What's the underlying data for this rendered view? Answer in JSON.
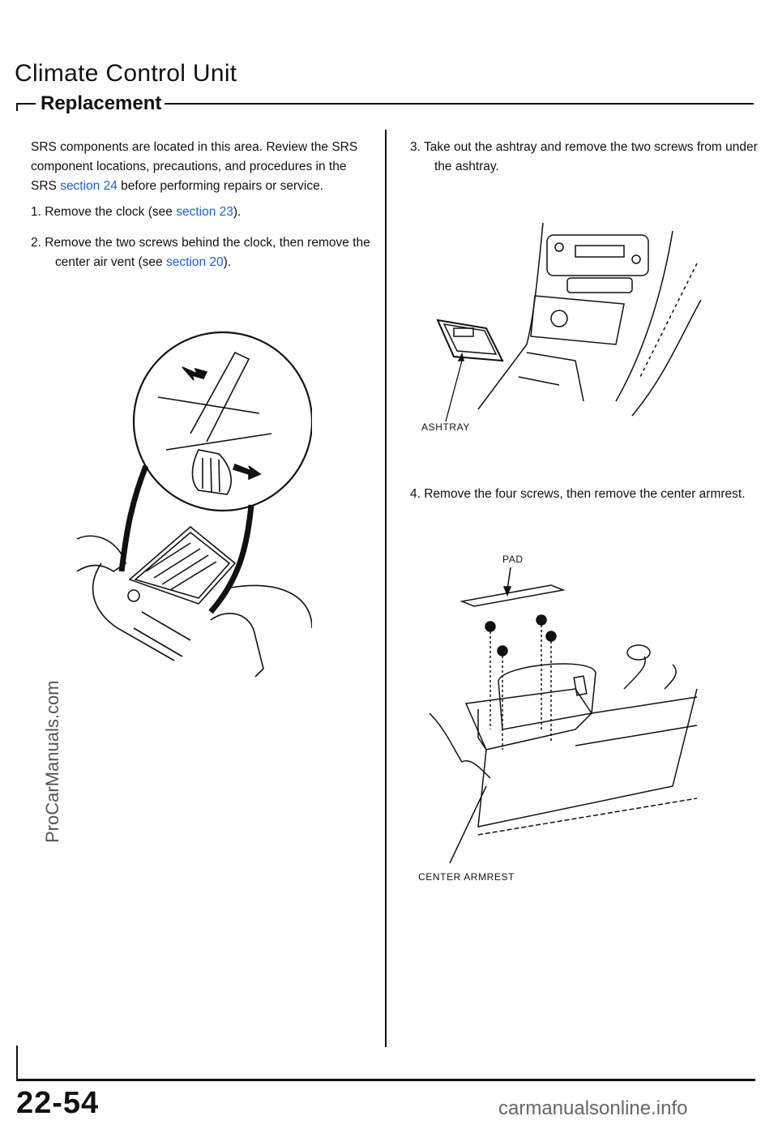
{
  "header": {
    "title": "Climate Control Unit",
    "subtitle": "Replacement"
  },
  "left_column": {
    "srs_warning": {
      "before": "SRS components are located in this area. Review the SRS component locations, precautions, and procedures in the SRS ",
      "link": "section 24",
      "after": " before performing repairs or service."
    },
    "step1": {
      "before": "1.  Remove the clock (see ",
      "link": "section 23",
      "after": ")."
    },
    "step2": {
      "before": "2.  Remove the two screws behind the clock, then remove the center air vent (see ",
      "link": "section 20",
      "after": ")."
    }
  },
  "right_column": {
    "step3": "3.  Take out the ashtray and remove the two screws from under the ashtray.",
    "ashtray_label": "ASHTRAY",
    "step4": "4.  Remove the four screws, then remove the center armrest.",
    "pad_label": "PAD",
    "armrest_label": "CENTER ARMREST"
  },
  "footer": {
    "page_number": "22-54",
    "watermark_left": "ProCarManuals.com",
    "watermark_bottom": "carmanualsonline.info"
  }
}
